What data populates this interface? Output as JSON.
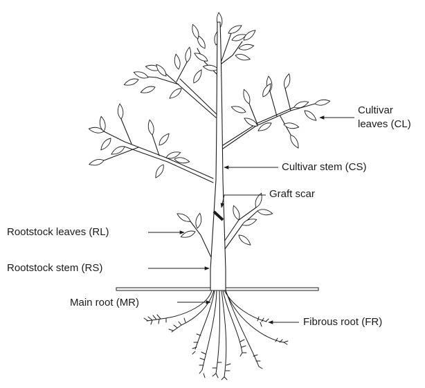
{
  "diagram": {
    "labels": {
      "cultivar_leaves_line1": "Cultivar",
      "cultivar_leaves_line2": "leaves (CL)",
      "cultivar_stem": "Cultivar stem (CS)",
      "graft_scar": "Graft scar",
      "rootstock_leaves": "Rootstock leaves (RL)",
      "rootstock_stem": "Rootstock stem (RS)",
      "main_root": "Main root (MR)",
      "fibrous_root": "Fibrous root (FR)"
    }
  }
}
